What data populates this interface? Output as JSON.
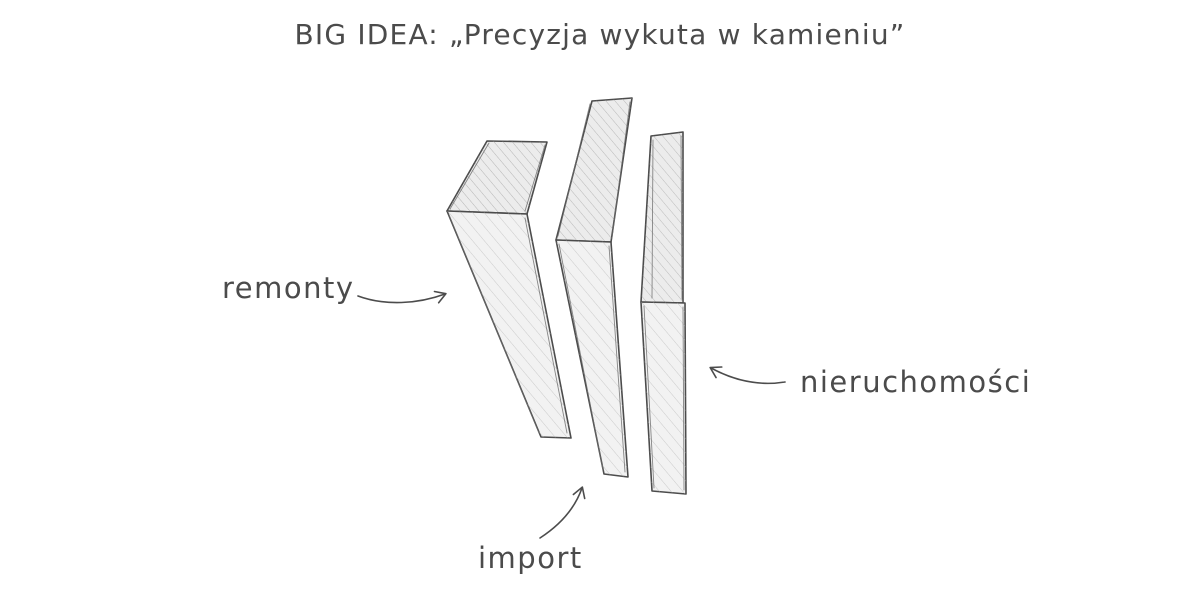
{
  "title": "BIG IDEA: „Precyzja wykuta w kamieniu”",
  "labels": {
    "left": "remonty",
    "bottom": "import",
    "right": "nieruchomości"
  },
  "colors": {
    "ink": "#4c4c4c",
    "shade_top": "#e6e6e6",
    "shade_face": "#eeeeee",
    "background": "#ffffff"
  }
}
